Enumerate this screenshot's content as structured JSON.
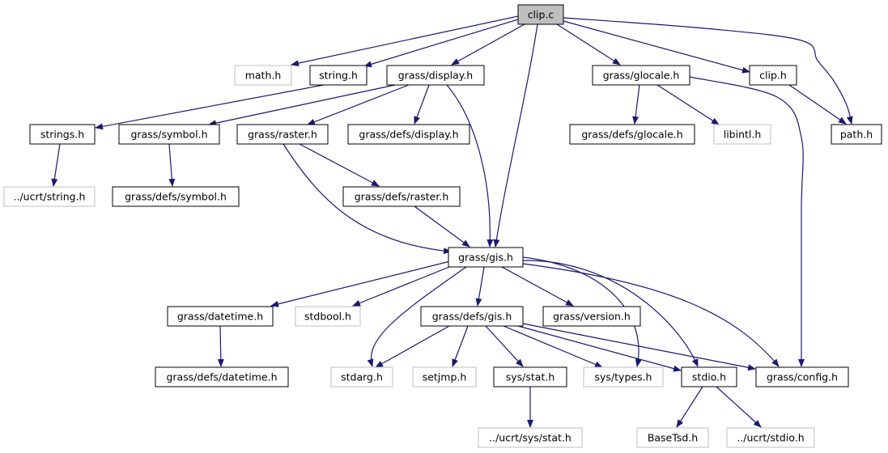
{
  "diagram": {
    "type": "include-dependency-graph",
    "colors": {
      "edge": "#191970",
      "root_fill": "#bfbfbf",
      "node_border": "#000000",
      "missing_border": "#bfbfbf",
      "missing_text": "#3f3f3f"
    },
    "nodes": [
      {
        "id": "clip_c",
        "label": "clip.c",
        "style": "root"
      },
      {
        "id": "math_h",
        "label": "math.h",
        "style": "missing"
      },
      {
        "id": "string_h",
        "label": "string.h",
        "style": "normal"
      },
      {
        "id": "grass_display_h",
        "label": "grass/display.h",
        "style": "normal"
      },
      {
        "id": "grass_glocale_h",
        "label": "grass/glocale.h",
        "style": "normal"
      },
      {
        "id": "clip_h",
        "label": "clip.h",
        "style": "normal"
      },
      {
        "id": "strings_h",
        "label": "strings.h",
        "style": "normal"
      },
      {
        "id": "grass_symbol_h",
        "label": "grass/symbol.h",
        "style": "normal"
      },
      {
        "id": "grass_raster_h",
        "label": "grass/raster.h",
        "style": "normal"
      },
      {
        "id": "grass_defs_display_h",
        "label": "grass/defs/display.h",
        "style": "normal"
      },
      {
        "id": "grass_defs_glocale_h",
        "label": "grass/defs/glocale.h",
        "style": "normal"
      },
      {
        "id": "libintl_h",
        "label": "libintl.h",
        "style": "missing"
      },
      {
        "id": "path_h",
        "label": "path.h",
        "style": "normal"
      },
      {
        "id": "ucrt_string_h",
        "label": "../ucrt/string.h",
        "style": "missing"
      },
      {
        "id": "grass_defs_symbol_h",
        "label": "grass/defs/symbol.h",
        "style": "normal"
      },
      {
        "id": "grass_defs_raster_h",
        "label": "grass/defs/raster.h",
        "style": "normal"
      },
      {
        "id": "grass_gis_h",
        "label": "grass/gis.h",
        "style": "normal"
      },
      {
        "id": "grass_datetime_h",
        "label": "grass/datetime.h",
        "style": "normal"
      },
      {
        "id": "stdbool_h",
        "label": "stdbool.h",
        "style": "missing"
      },
      {
        "id": "grass_defs_gis_h",
        "label": "grass/defs/gis.h",
        "style": "normal"
      },
      {
        "id": "grass_version_h",
        "label": "grass/version.h",
        "style": "normal"
      },
      {
        "id": "grass_defs_datetime_h",
        "label": "grass/defs/datetime.h",
        "style": "normal"
      },
      {
        "id": "stdarg_h",
        "label": "stdarg.h",
        "style": "missing"
      },
      {
        "id": "setjmp_h",
        "label": "setjmp.h",
        "style": "missing"
      },
      {
        "id": "sys_stat_h",
        "label": "sys/stat.h",
        "style": "normal"
      },
      {
        "id": "sys_types_h",
        "label": "sys/types.h",
        "style": "missing"
      },
      {
        "id": "stdio_h",
        "label": "stdio.h",
        "style": "normal"
      },
      {
        "id": "grass_config_h",
        "label": "grass/config.h",
        "style": "normal"
      },
      {
        "id": "ucrt_sys_stat_h",
        "label": "../ucrt/sys/stat.h",
        "style": "missing"
      },
      {
        "id": "basetsd_h",
        "label": "BaseTsd.h",
        "style": "missing"
      },
      {
        "id": "ucrt_stdio_h",
        "label": "../ucrt/stdio.h",
        "style": "missing"
      }
    ],
    "edges": [
      [
        "clip_c",
        "math_h"
      ],
      [
        "clip_c",
        "string_h"
      ],
      [
        "clip_c",
        "grass_display_h"
      ],
      [
        "clip_c",
        "grass_gis_h"
      ],
      [
        "clip_c",
        "grass_glocale_h"
      ],
      [
        "clip_c",
        "clip_h"
      ],
      [
        "clip_c",
        "path_h"
      ],
      [
        "string_h",
        "strings_h"
      ],
      [
        "strings_h",
        "ucrt_string_h"
      ],
      [
        "grass_display_h",
        "grass_symbol_h"
      ],
      [
        "grass_display_h",
        "grass_raster_h"
      ],
      [
        "grass_display_h",
        "grass_defs_display_h"
      ],
      [
        "grass_display_h",
        "grass_gis_h"
      ],
      [
        "grass_symbol_h",
        "grass_defs_symbol_h"
      ],
      [
        "grass_raster_h",
        "grass_defs_raster_h"
      ],
      [
        "grass_raster_h",
        "grass_gis_h"
      ],
      [
        "grass_defs_raster_h",
        "grass_gis_h"
      ],
      [
        "grass_glocale_h",
        "grass_defs_glocale_h"
      ],
      [
        "grass_glocale_h",
        "libintl_h"
      ],
      [
        "grass_glocale_h",
        "grass_config_h"
      ],
      [
        "clip_h",
        "path_h"
      ],
      [
        "grass_gis_h",
        "grass_datetime_h"
      ],
      [
        "grass_gis_h",
        "stdbool_h"
      ],
      [
        "grass_gis_h",
        "grass_defs_gis_h"
      ],
      [
        "grass_gis_h",
        "grass_version_h"
      ],
      [
        "grass_gis_h",
        "stdarg_h"
      ],
      [
        "grass_gis_h",
        "sys_types_h"
      ],
      [
        "grass_gis_h",
        "stdio_h"
      ],
      [
        "grass_gis_h",
        "grass_config_h"
      ],
      [
        "grass_datetime_h",
        "grass_defs_datetime_h"
      ],
      [
        "grass_defs_gis_h",
        "stdarg_h"
      ],
      [
        "grass_defs_gis_h",
        "setjmp_h"
      ],
      [
        "grass_defs_gis_h",
        "sys_stat_h"
      ],
      [
        "grass_defs_gis_h",
        "sys_types_h"
      ],
      [
        "grass_defs_gis_h",
        "stdio_h"
      ],
      [
        "grass_defs_gis_h",
        "grass_config_h"
      ],
      [
        "sys_stat_h",
        "ucrt_sys_stat_h"
      ],
      [
        "stdio_h",
        "basetsd_h"
      ],
      [
        "stdio_h",
        "ucrt_stdio_h"
      ]
    ]
  }
}
